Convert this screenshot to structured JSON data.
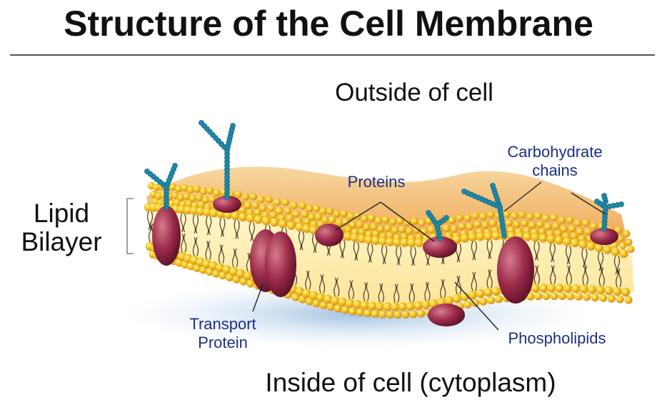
{
  "title": "Structure of the Cell Membrane",
  "labels": {
    "outside": "Outside of cell",
    "inside": "Inside of cell (cytoplasm)",
    "lipid_bilayer": [
      "Lipid",
      "Bilayer"
    ],
    "proteins": "Proteins",
    "carbohydrate_chains": [
      "Carbohydrate",
      "chains"
    ],
    "transport_protein": [
      "Transport",
      "Protein"
    ],
    "phospholipids": "Phospholipids"
  },
  "colors": {
    "label_blue": "#1b2f86",
    "head_yellow": "#f3c21a",
    "protein": "#8e2843",
    "sugar": "#1e8aa8",
    "layer_top": "#f0b25f"
  }
}
